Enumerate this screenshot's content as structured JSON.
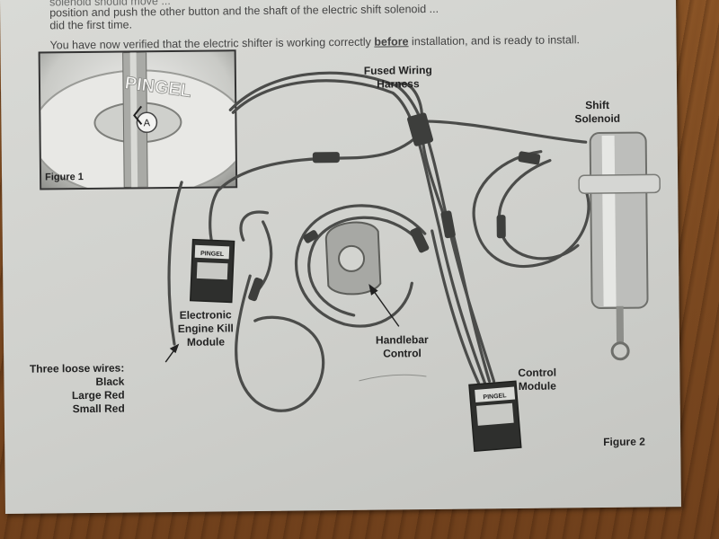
{
  "instructions": {
    "line1": "solenoid should move ...",
    "line2": "position and push the other button and the shaft of the electric shift solenoid ...",
    "line3": "did the first time.",
    "verify_before": "You have now verified that the electric shifter is working correctly ",
    "verify_emph": "before",
    "verify_after": " installation, and is ready to install."
  },
  "figure1": {
    "caption": "Figure 1",
    "brand": "PINGEL",
    "marker": "A"
  },
  "figure2": {
    "caption": "Figure 2"
  },
  "labels": {
    "harness_1": "Fused Wiring",
    "harness_2": "Harness",
    "solenoid_1": "Shift",
    "solenoid_2": "Solenoid",
    "kill_1": "Electronic",
    "kill_2": "Engine Kill",
    "kill_3": "Module",
    "handlebar_1": "Handlebar",
    "handlebar_2": "Control",
    "control_1": "Control",
    "control_2": "Module",
    "wires_title": "Three loose wires:",
    "wire_1": "Black",
    "wire_2": "Large Red",
    "wire_3": "Small Red"
  },
  "modules": {
    "kill_brand": "PINGEL",
    "control_brand": "PINGEL"
  }
}
